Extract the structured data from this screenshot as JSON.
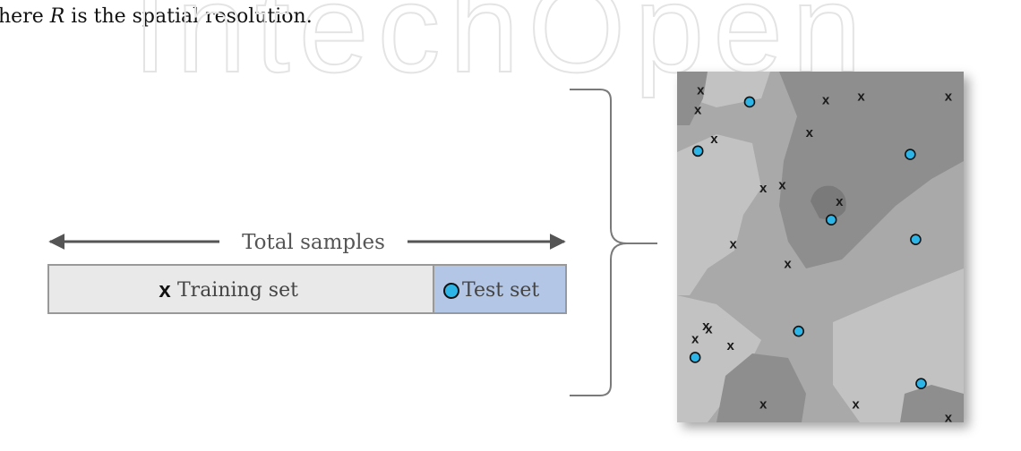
{
  "page_text": {
    "prefix": "here ",
    "variable": "R",
    "suffix": " is the spatial resolution."
  },
  "watermark": {
    "text": "IntechOpen"
  },
  "total_samples_label": "Total samples",
  "bar": {
    "training_marker": "x",
    "training_label": "Training set",
    "test_label": "Test set",
    "training_fraction": 0.75,
    "colors": {
      "training_fill": "#e9e9e9",
      "test_fill": "#b3c6e6",
      "border": "#999999"
    }
  },
  "map": {
    "training_points": [
      [
        0.06,
        0.02
      ],
      [
        0.05,
        0.08
      ],
      [
        0.52,
        0.05
      ],
      [
        0.65,
        0.04
      ],
      [
        0.97,
        0.04
      ],
      [
        0.11,
        0.17
      ],
      [
        0.46,
        0.15
      ],
      [
        0.29,
        0.32
      ],
      [
        0.36,
        0.31
      ],
      [
        0.57,
        0.36
      ],
      [
        0.18,
        0.49
      ],
      [
        0.38,
        0.55
      ],
      [
        0.09,
        0.75
      ],
      [
        0.08,
        0.74
      ],
      [
        0.04,
        0.78
      ],
      [
        0.17,
        0.8
      ],
      [
        0.29,
        0.98
      ],
      [
        0.63,
        0.98
      ],
      [
        0.97,
        1.02
      ]
    ],
    "test_points": [
      [
        0.24,
        0.06
      ],
      [
        0.05,
        0.21
      ],
      [
        0.83,
        0.22
      ],
      [
        0.54,
        0.42
      ],
      [
        0.85,
        0.48
      ],
      [
        0.42,
        0.76
      ],
      [
        0.04,
        0.84
      ],
      [
        0.87,
        0.92
      ]
    ],
    "colors": {
      "background": "#a9a9a9",
      "light_region": "#c2c2c2",
      "dark_region": "#8e8e8e",
      "darker_region": "#7a7a7a",
      "marker": "#1a1a1a",
      "test_dot": "#2eb5e8"
    }
  }
}
